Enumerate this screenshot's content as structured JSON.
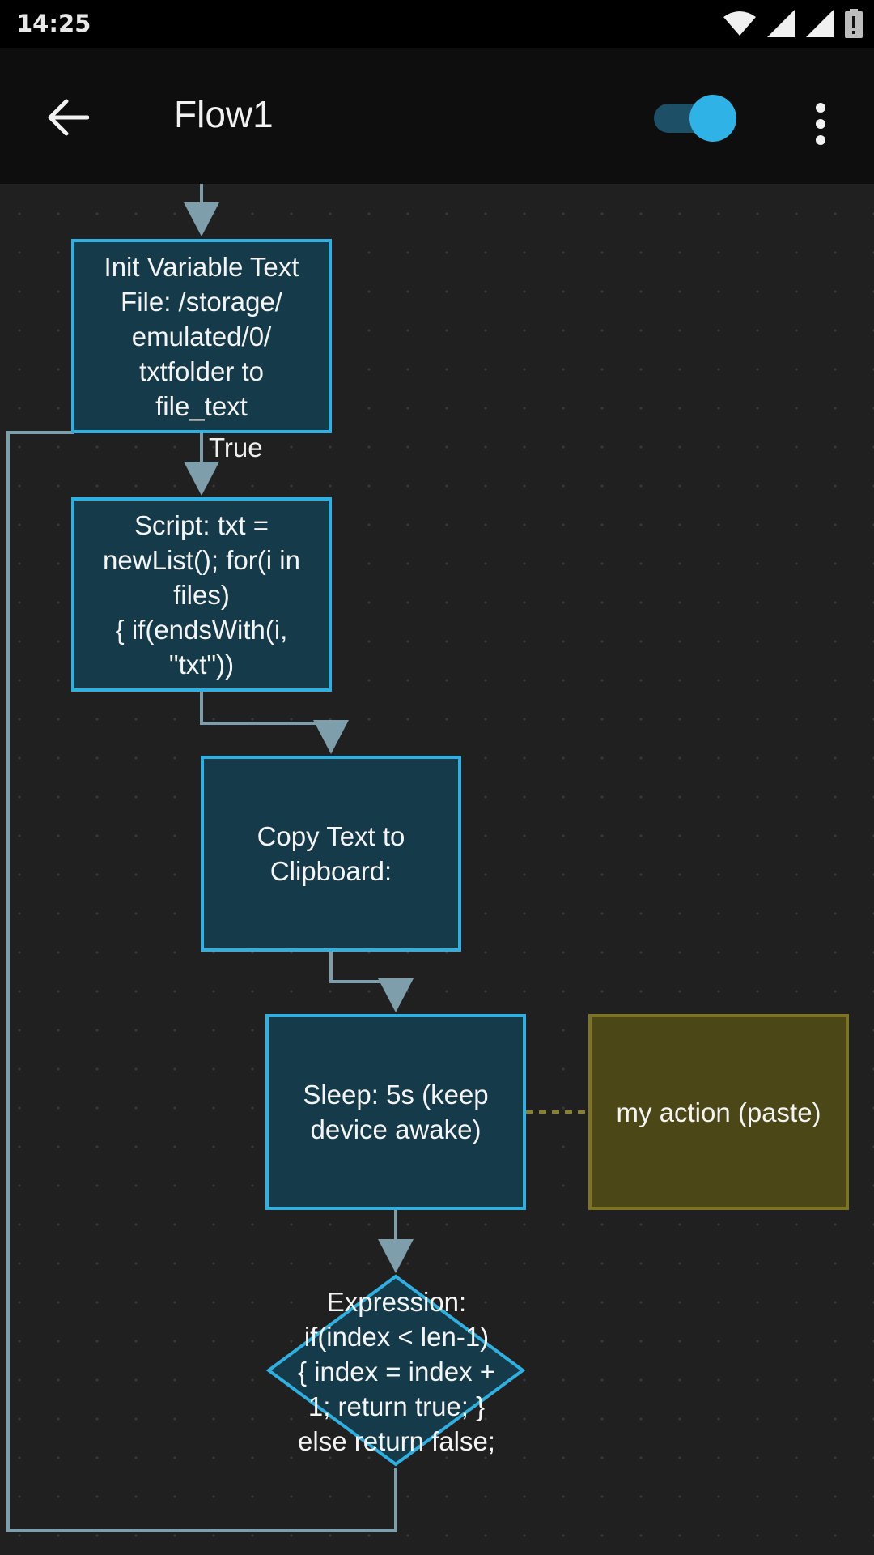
{
  "status_bar": {
    "time": "14:25",
    "icons": [
      "wifi-icon",
      "signal-icon",
      "signal-icon",
      "battery-alert-icon"
    ]
  },
  "app_bar": {
    "title": "Flow1",
    "back_icon": "arrow-back-icon",
    "toggle_on": true,
    "menu_icon": "more-vert-icon"
  },
  "flow": {
    "nodes": {
      "init": [
        "Init Variable Text",
        "File: /storage/",
        "emulated/0/",
        "txtfolder to",
        "file_text"
      ],
      "script": [
        "Script: txt =",
        "newList(); for(i in",
        "files)",
        "{ if(endsWith(i,",
        "\"txt\"))"
      ],
      "copy": [
        "Copy Text to",
        "Clipboard:"
      ],
      "sleep": [
        "Sleep: 5s (keep",
        "device awake)"
      ],
      "action": [
        "my action (paste)"
      ],
      "expression": [
        "Expression:",
        "if(index < len-1)",
        "{ index = index +",
        "1; return true; }",
        "else return false;"
      ]
    },
    "true_label": "True"
  },
  "colors": {
    "node_border": "#30b0e0",
    "node_fill": "#153a4a",
    "action_border": "#7c7420",
    "action_fill": "#4b4716",
    "connector": "#7d9eaa",
    "toggle_thumb": "#2fb3e6"
  }
}
